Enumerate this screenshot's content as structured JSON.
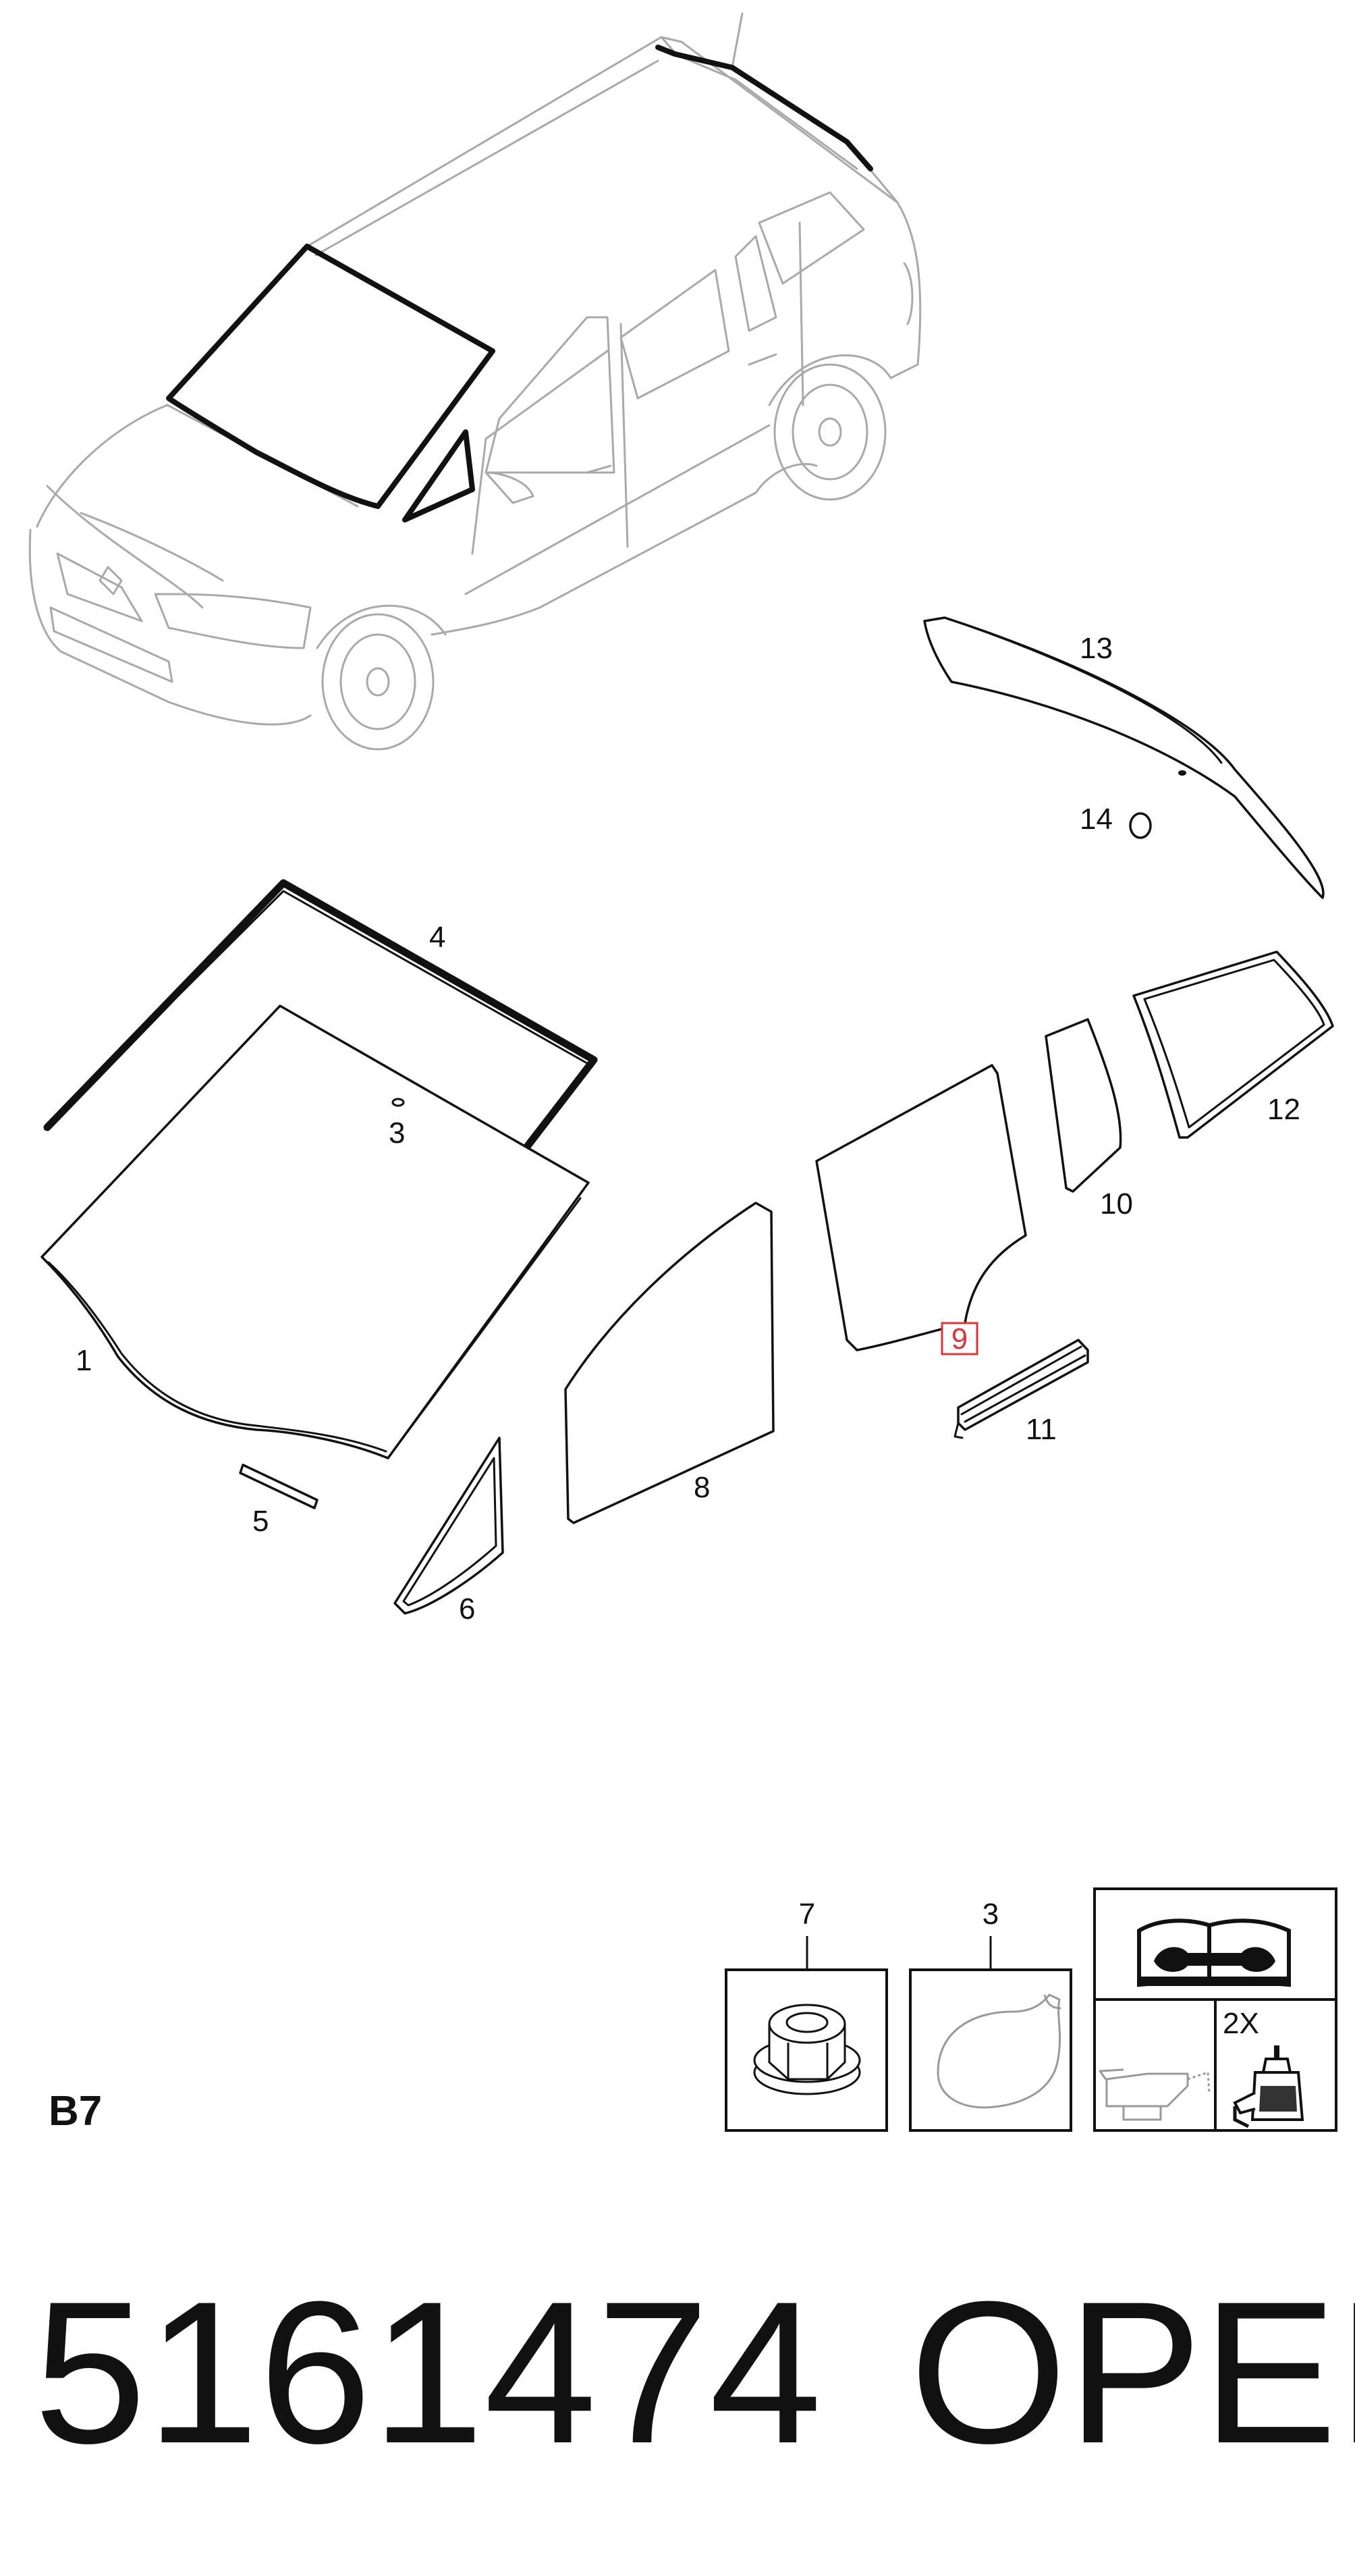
{
  "diagram": {
    "section_code": "B7",
    "part_number": "5161474",
    "brand": "OPEL",
    "callouts": {
      "c1": "1",
      "c3": "3",
      "c4": "4",
      "c5": "5",
      "c6": "6",
      "c8": "8",
      "c9": "9",
      "c10": "10",
      "c11": "11",
      "c12": "12",
      "c13": "13",
      "c14": "14"
    },
    "legend": {
      "item7": "7",
      "item3": "3",
      "quantity": "2X"
    },
    "highlight_color": "#e0343c",
    "icons": [
      "car-outline",
      "nut-icon",
      "adhesive-pad-icon",
      "repair-manual-icon",
      "oil-can-icon",
      "adhesive-bottle-icon"
    ]
  }
}
